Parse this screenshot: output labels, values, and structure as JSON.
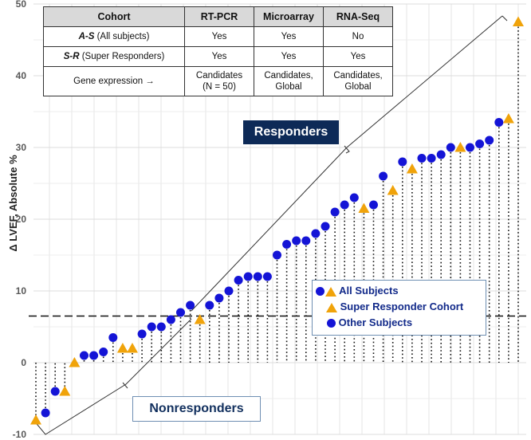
{
  "chart_data": {
    "type": "scatter",
    "ylabel": "Δ LVEF, Absolute %",
    "ylim": [
      -10,
      50
    ],
    "yticks": [
      -10,
      0,
      10,
      20,
      30,
      40,
      50
    ],
    "threshold": 6.5,
    "grid": true,
    "series": [
      {
        "name": "Super Responder Cohort",
        "marker": "triangle",
        "color": "#f0a30a",
        "x": [
          1,
          4,
          5,
          10,
          11,
          18,
          35,
          38,
          40,
          45,
          50,
          51
        ],
        "values": [
          -8,
          -4,
          0,
          2,
          2,
          6,
          21.5,
          24,
          27,
          30,
          34,
          47.5
        ]
      },
      {
        "name": "Other Subjects",
        "marker": "circle",
        "color": "#1414d6",
        "x": [
          2,
          3,
          6,
          7,
          8,
          9,
          12,
          13,
          14,
          15,
          16,
          17,
          19,
          20,
          21,
          22,
          23,
          24,
          25,
          26,
          27,
          28,
          29,
          30,
          31,
          32,
          33,
          34,
          36,
          37,
          39,
          41,
          42,
          43,
          44,
          46,
          47,
          48,
          49
        ],
        "values": [
          -7,
          -4,
          1,
          1,
          1.5,
          3.5,
          4,
          5,
          5,
          6,
          7,
          8,
          8,
          9,
          10,
          11.5,
          12,
          12,
          12,
          15,
          16.5,
          17,
          17,
          18,
          19,
          21,
          22,
          23,
          22,
          26,
          28,
          28.5,
          28.5,
          29,
          30,
          30,
          30.5,
          31,
          33.5
        ]
      }
    ]
  },
  "callouts": {
    "responders": "Responders",
    "nonresponders": "Nonresponders"
  },
  "legend": {
    "all_subjects": "All Subjects",
    "super_responder": "Super Responder Cohort",
    "other_subjects": "Other Subjects"
  },
  "table": {
    "headers": [
      "Cohort",
      "RT-PCR",
      "Microarray",
      "RNA-Seq"
    ],
    "rows": [
      {
        "code": "A-S",
        "desc": " (All subjects)",
        "cells": [
          "Yes",
          "Yes",
          "No"
        ]
      },
      {
        "code": "S-R",
        "desc": " (Super Responders)",
        "cells": [
          "Yes",
          "Yes",
          "Yes"
        ]
      }
    ],
    "last_row": {
      "label": "Gene expression →",
      "cells": [
        [
          "Candidates",
          "(N = 50)"
        ],
        [
          "Candidates,",
          "Global"
        ],
        [
          "Candidates,",
          "Global"
        ]
      ]
    }
  }
}
